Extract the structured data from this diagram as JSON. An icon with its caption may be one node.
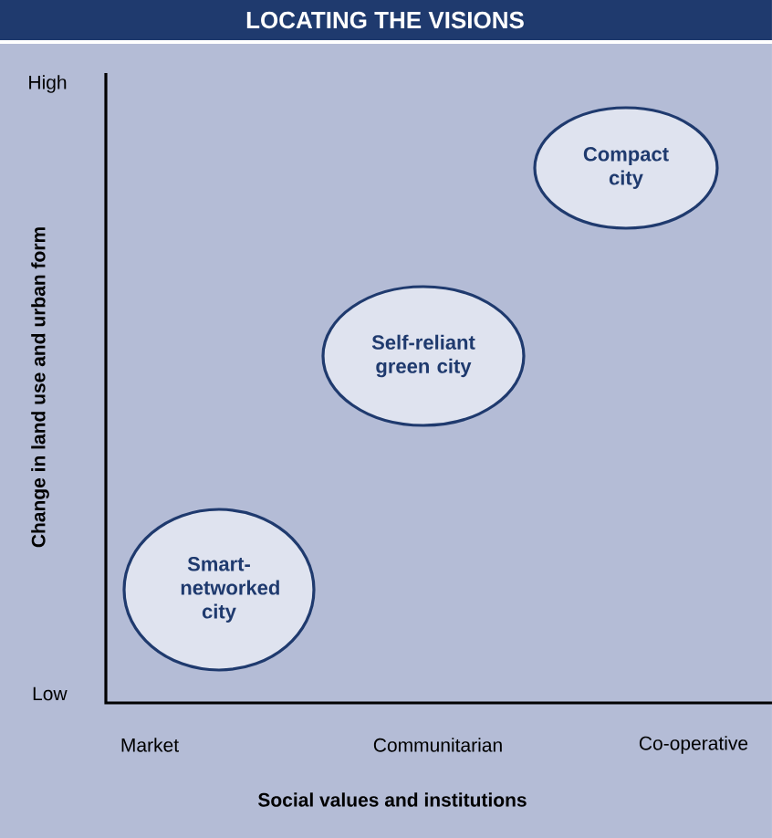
{
  "diagram": {
    "title": "LOCATING THE VISIONS",
    "nodes": [
      {
        "text": [
          "Compact city"
        ]
      },
      {
        "text": [
          "Self-reliant green city"
        ]
      },
      {
        "text": [
          "Smart-networked city"
        ]
      }
    ],
    "labels": [
      "High",
      "Change in land use and urban form",
      "Low",
      "Market",
      "Communitarian",
      "Co-operative",
      "Social values and institutions"
    ]
  }
}
